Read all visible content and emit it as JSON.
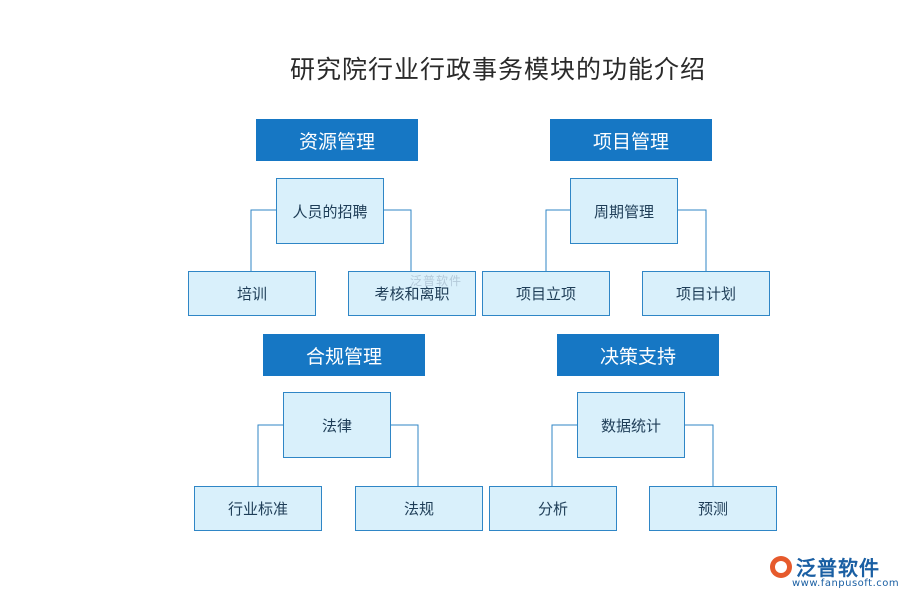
{
  "title": "研究院行业行政事务模块的功能介绍",
  "modules": [
    {
      "header": "资源管理",
      "center": "人员的招聘",
      "left": "培训",
      "right": "考核和离职"
    },
    {
      "header": "项目管理",
      "center": "周期管理",
      "left": "项目立项",
      "right": "项目计划"
    },
    {
      "header": "合规管理",
      "center": "法律",
      "left": "行业标准",
      "right": "法规"
    },
    {
      "header": "决策支持",
      "center": "数据统计",
      "left": "分析",
      "right": "预测"
    }
  ],
  "watermark": "泛普软件",
  "logo": {
    "name": "泛普软件",
    "url": "www.fanpusoft.com",
    "icon": "fanpu-logo-icon"
  }
}
